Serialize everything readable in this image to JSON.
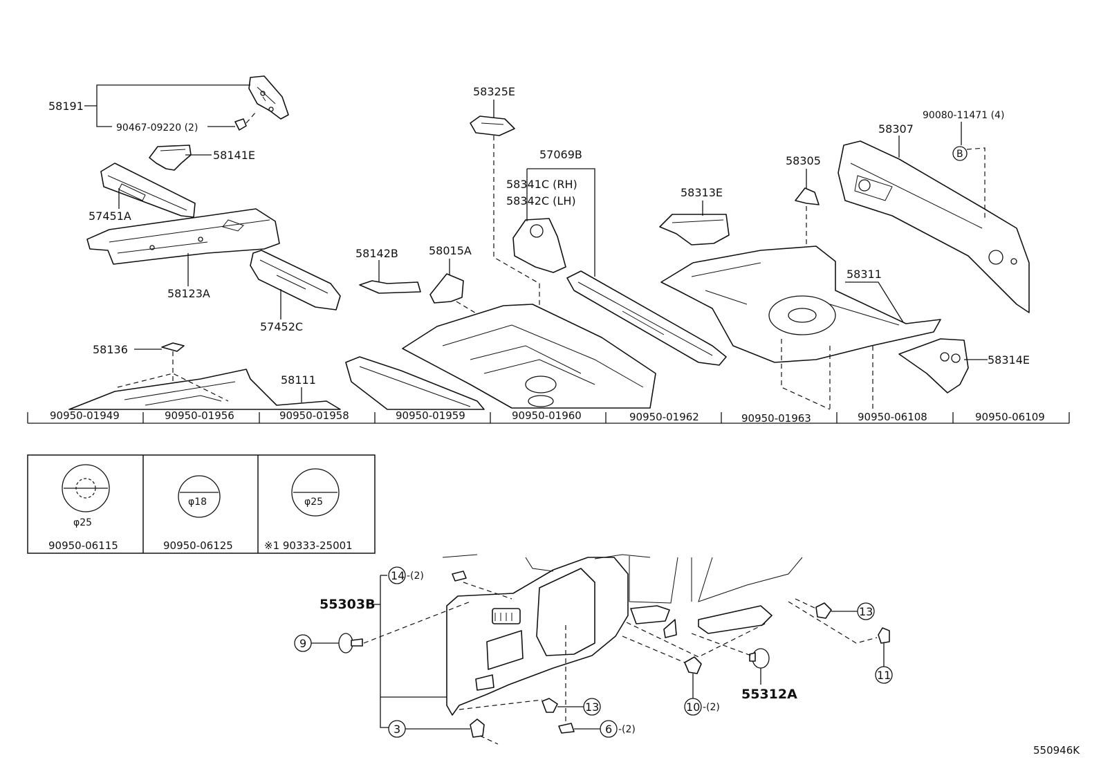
{
  "callouts": {
    "p58191": "58191",
    "p90467": "90467-09220 (2)",
    "p58141E": "58141E",
    "p57451A": "57451A",
    "p58123A": "58123A",
    "p57452C": "57452C",
    "p58136": "58136",
    "p58111": "58111",
    "p58325E": "58325E",
    "p57069B": "57069B",
    "p58341C": "58341C (RH)",
    "p58342C": "58342C (LH)",
    "p58142B": "58142B",
    "p58015A": "58015A",
    "p58313E": "58313E",
    "p58305": "58305",
    "p58311": "58311",
    "p58307": "58307",
    "p90080": "90080-11471 (4)",
    "refB": "B",
    "p58314E": "58314E",
    "p55303B": "55303B",
    "p55312A": "55312A",
    "c14": "14",
    "c14q": "-(2)",
    "c9": "9",
    "c3": "3",
    "c13a": "13",
    "c6": "6",
    "c6q": "-(2)",
    "c10": "10",
    "c10q": "-(2)",
    "c13b": "13",
    "c11": "11"
  },
  "plug_strip": [
    "90950-01949",
    "90950-01956",
    "90950-01958",
    "90950-01959",
    "90950-01960",
    "90950-01962",
    "90950-01963",
    "90950-06108",
    "90950-06109"
  ],
  "plug_boxes": [
    {
      "dim": "φ25",
      "part": "90950-06115"
    },
    {
      "dim": "φ18",
      "part": "90950-06125"
    },
    {
      "dim": "φ25",
      "part": "※1 90333-25001"
    }
  ],
  "diagram_id": "550946K"
}
